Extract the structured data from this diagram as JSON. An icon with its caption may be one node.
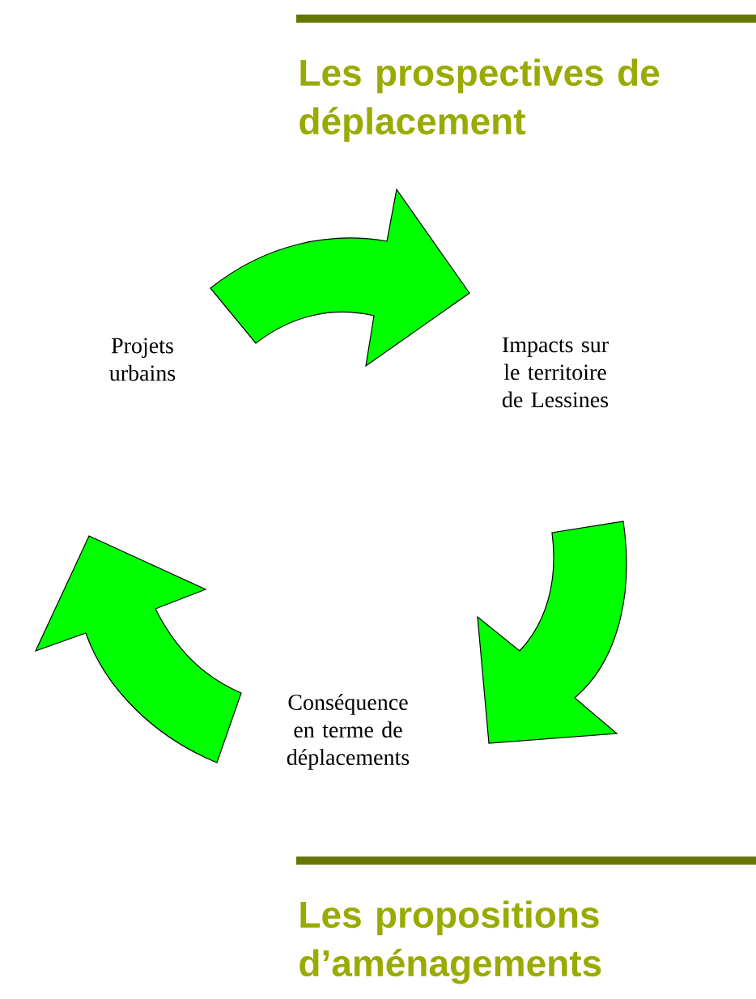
{
  "diagram": {
    "title": "Les prospectives de déplacement",
    "nodes": [
      {
        "text": [
          "Projets urbains"
        ]
      },
      {
        "text": [
          "Impacts sur le territoire de Lessines"
        ]
      },
      {
        "text": [
          "Conséquence en terme de déplacements"
        ]
      }
    ],
    "edges": [
      {
        "from": 0,
        "to": 1,
        "arrow": "to"
      },
      {
        "from": 1,
        "to": 2,
        "arrow": "to"
      },
      {
        "from": 2,
        "to": 0,
        "arrow": "to"
      }
    ],
    "labels": [
      "Les propositions d’aménagements"
    ]
  }
}
